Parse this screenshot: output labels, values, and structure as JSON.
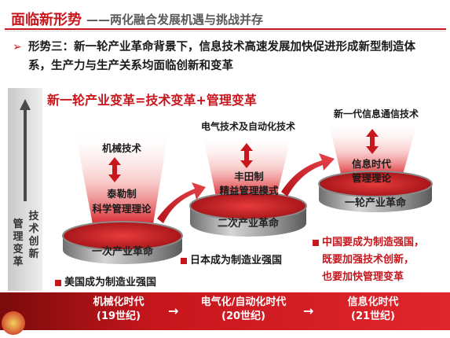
{
  "header": {
    "title_main": "面临新形势",
    "title_sub": "——两化融合发展机遇与挑战并存"
  },
  "bullet": {
    "marker": "➢",
    "text": "形势三：新一轮产业革命背景下，信息技术高速发展加快促进形成新型制造体系，生产力与生产关系均面临创新和变革"
  },
  "formula": "新一轮产业变革=技术变革+管理变革",
  "side_axis": {
    "col1": "管理变革",
    "col2": "技术创新"
  },
  "stages": [
    {
      "top_label": "机械技术",
      "inner_label_1": "泰勒制",
      "inner_label_2": "科学管理理论",
      "platform_label": "一次产业革命",
      "note": "美国成为制造业强国"
    },
    {
      "top_label": "电气技术及自动化技术",
      "inner_label_1": "丰田制",
      "inner_label_2": "精益管理模式",
      "platform_label": "二次产业革命",
      "note": "日本成为制造业强国"
    },
    {
      "top_label": "新一代信息通信技术",
      "inner_label_1": "信息时代",
      "inner_label_2": "管理理论",
      "platform_label": "一轮产业革命",
      "note_lines": [
        "中国要成为制造强国，",
        "既要加强技术创新，",
        "也要加快管理变革"
      ]
    }
  ],
  "eras": [
    {
      "name": "机械化时代",
      "period": "(19世纪)"
    },
    {
      "name": "电气化/自动化时代",
      "period": "(20世纪)"
    },
    {
      "name": "信息化时代",
      "period": "(21世纪)"
    }
  ],
  "era_arrow": "→",
  "colors": {
    "brand_red": "#c8161d",
    "dark_text": "#1a1a1a",
    "platform_gray": "#8c8c8c"
  }
}
